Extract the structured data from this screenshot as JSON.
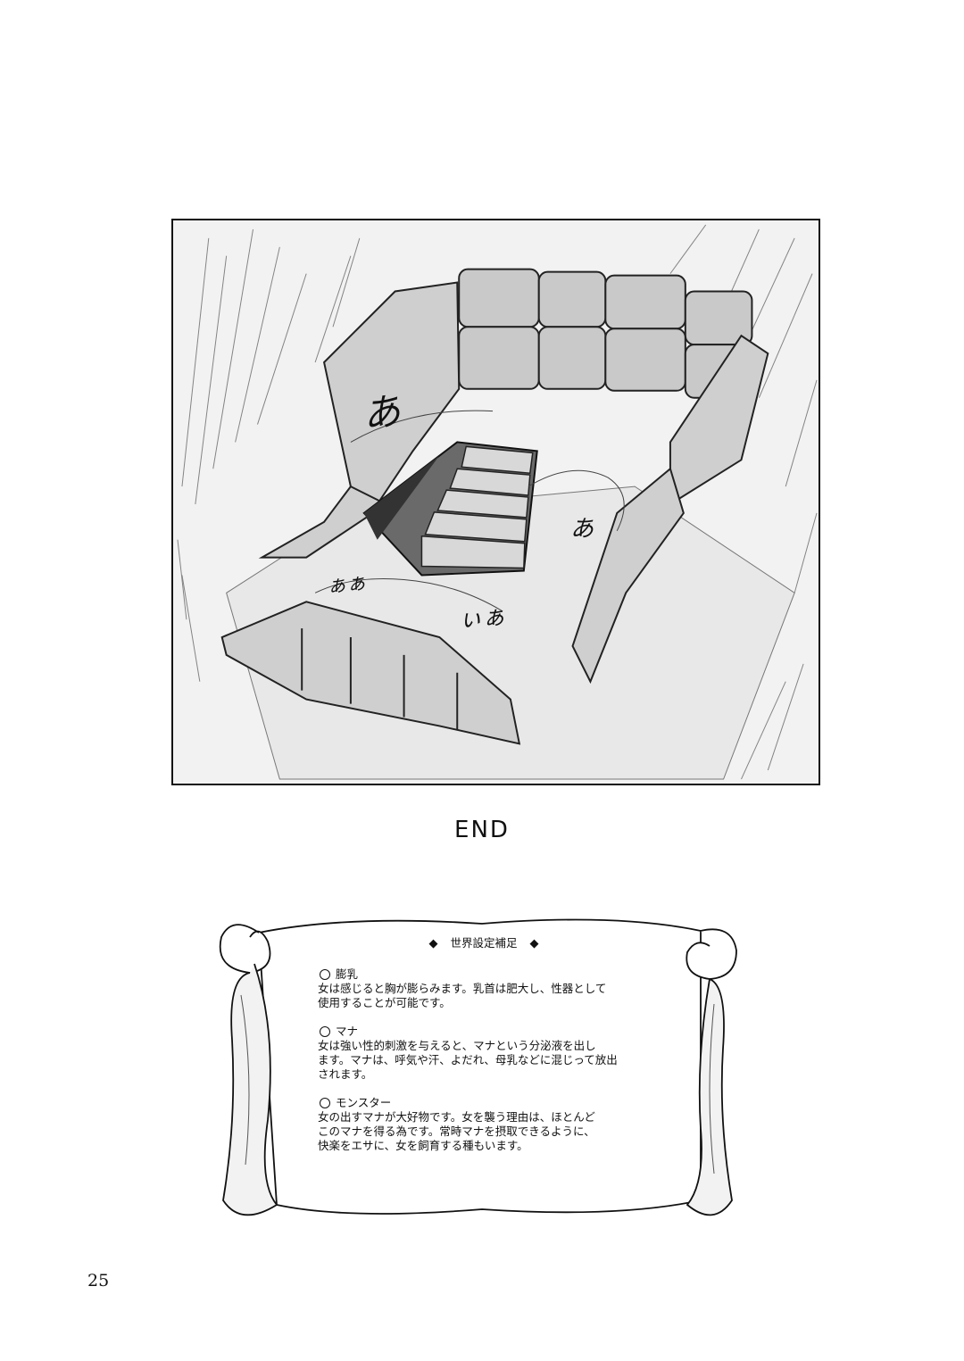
{
  "panel": {
    "sfx": [
      "あ",
      "あ",
      "ぁぁ",
      "ぃぁ"
    ]
  },
  "end_label": "END",
  "scroll": {
    "title_diamond_left": "◆",
    "title": "世界設定補足",
    "title_diamond_right": "◆",
    "sections": [
      {
        "heading": "膨乳",
        "lines": [
          "女は感じると胸が膨らみます。乳首は肥大し、性器として",
          "使用することが可能です。"
        ]
      },
      {
        "heading": "マナ",
        "lines": [
          "女は強い性的刺激を与えると、マナという分泌液を出し",
          "ます。マナは、呼気や汗、よだれ、母乳などに混じって放出",
          "されます。"
        ]
      },
      {
        "heading": "モンスター",
        "lines": [
          "女の出すマナが大好物です。女を襲う理由は、ほとんど",
          "このマナを得る為です。常時マナを摂取できるように、",
          "快楽をエサに、女を飼育する種もいます。"
        ]
      }
    ]
  },
  "page_number": "25"
}
